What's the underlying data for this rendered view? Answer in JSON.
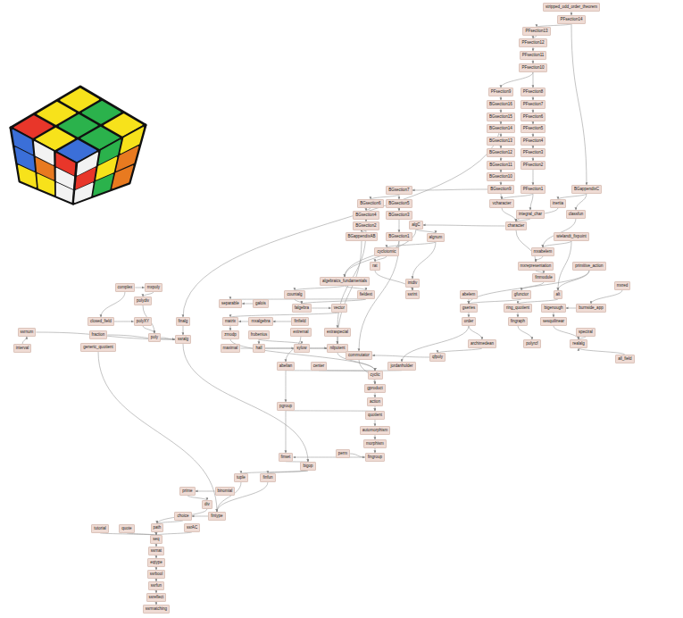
{
  "diagram": {
    "nodes": [
      {
        "text": [
          "stripped_odd_order_theorem"
        ]
      },
      {
        "text": [
          "PFsection14"
        ]
      },
      {
        "text": [
          "PFsection13"
        ]
      },
      {
        "text": [
          "PFsection12"
        ]
      },
      {
        "text": [
          "PFsection11"
        ]
      },
      {
        "text": [
          "PFsection10"
        ]
      },
      {
        "text": [
          "PFsection9"
        ]
      },
      {
        "text": [
          "PFsection8"
        ]
      },
      {
        "text": [
          "BGsection16"
        ]
      },
      {
        "text": [
          "PFsection7"
        ]
      },
      {
        "text": [
          "BGsection15"
        ]
      },
      {
        "text": [
          "PFsection6"
        ]
      },
      {
        "text": [
          "BGsection14"
        ]
      },
      {
        "text": [
          "PFsection5"
        ]
      },
      {
        "text": [
          "BGsection13"
        ]
      },
      {
        "text": [
          "PFsection4"
        ]
      },
      {
        "text": [
          "BGsection12"
        ]
      },
      {
        "text": [
          "PFsection3"
        ]
      },
      {
        "text": [
          "BGsection11"
        ]
      },
      {
        "text": [
          "PFsection2"
        ]
      },
      {
        "text": [
          "BGsection10"
        ]
      },
      {
        "text": [
          "BGsection9"
        ]
      },
      {
        "text": [
          "PFsection1"
        ]
      },
      {
        "text": [
          "BGappendixC"
        ]
      },
      {
        "text": [
          "BGsection7"
        ]
      },
      {
        "text": [
          "BGsection6"
        ]
      },
      {
        "text": [
          "BGsection5"
        ]
      },
      {
        "text": [
          "BGsection4"
        ]
      },
      {
        "text": [
          "BGsection3"
        ]
      },
      {
        "text": [
          "BGsection2"
        ]
      },
      {
        "text": [
          "BGappendixAB"
        ]
      },
      {
        "text": [
          "BGsection1"
        ]
      },
      {
        "text": [
          "vcharacter"
        ]
      },
      {
        "text": [
          "integral_char"
        ]
      },
      {
        "text": [
          "inertia"
        ]
      },
      {
        "text": [
          "classfun"
        ]
      },
      {
        "text": [
          "character"
        ]
      },
      {
        "text": [
          "wielandt_fixpoint"
        ]
      },
      {
        "text": [
          "mxabelem"
        ]
      },
      {
        "text": [
          "algC"
        ]
      },
      {
        "text": [
          "algnum"
        ]
      },
      {
        "text": [
          "cyclotomic"
        ]
      },
      {
        "text": [
          "rat"
        ]
      },
      {
        "text": [
          "algebraics_fundamentals"
        ]
      },
      {
        "text": [
          "intdiv"
        ]
      },
      {
        "text": [
          "ssrint"
        ]
      },
      {
        "text": [
          "countalg"
        ]
      },
      {
        "text": [
          "fieldext"
        ]
      },
      {
        "text": [
          "complex"
        ]
      },
      {
        "text": [
          "mxpoly"
        ]
      },
      {
        "text": [
          "polydiv"
        ]
      },
      {
        "text": [
          "separable"
        ]
      },
      {
        "text": [
          "galois"
        ]
      },
      {
        "text": [
          "falgebra"
        ]
      },
      {
        "text": [
          "vector"
        ]
      },
      {
        "text": [
          "closed_field"
        ]
      },
      {
        "text": [
          "polyXY"
        ]
      },
      {
        "text": [
          "finalg"
        ]
      },
      {
        "text": [
          "matrix"
        ]
      },
      {
        "text": [
          "mxalgebra"
        ]
      },
      {
        "text": [
          "finfield"
        ]
      },
      {
        "text": [
          "ssrnum"
        ]
      },
      {
        "text": [
          "interval"
        ]
      },
      {
        "text": [
          "fraction"
        ]
      },
      {
        "text": [
          "generic_quotient"
        ]
      },
      {
        "text": [
          "poly"
        ]
      },
      {
        "text": [
          "ssralg"
        ]
      },
      {
        "text": [
          "zmodp"
        ]
      },
      {
        "text": [
          "frobenius"
        ]
      },
      {
        "text": [
          "extremal"
        ]
      },
      {
        "text": [
          "extraspecial"
        ]
      },
      {
        "text": [
          "maximal"
        ]
      },
      {
        "text": [
          "hall"
        ]
      },
      {
        "text": [
          "sylow"
        ]
      },
      {
        "text": [
          "nilpotent"
        ]
      },
      {
        "text": [
          "abelian"
        ]
      },
      {
        "text": [
          "center"
        ]
      },
      {
        "text": [
          "jordanholder"
        ]
      },
      {
        "text": [
          "commutator"
        ]
      },
      {
        "text": [
          "cyclic"
        ]
      },
      {
        "text": [
          "gproduct"
        ]
      },
      {
        "text": [
          "pgroup"
        ]
      },
      {
        "text": [
          "action"
        ]
      },
      {
        "text": [
          "quotient"
        ]
      },
      {
        "text": [
          "automorphism"
        ]
      },
      {
        "text": [
          "morphism"
        ]
      },
      {
        "text": [
          "perm"
        ]
      },
      {
        "text": [
          "fingroup"
        ]
      },
      {
        "text": [
          "finset"
        ]
      },
      {
        "text": [
          "bigop"
        ]
      },
      {
        "text": [
          "finfun"
        ]
      },
      {
        "text": [
          "tuple"
        ]
      },
      {
        "text": [
          "binomial"
        ]
      },
      {
        "text": [
          "prime"
        ]
      },
      {
        "text": [
          "div"
        ]
      },
      {
        "text": [
          "fintype"
        ]
      },
      {
        "text": [
          "choice"
        ]
      },
      {
        "text": [
          "path"
        ]
      },
      {
        "text": [
          "tutorial"
        ]
      },
      {
        "text": [
          "quote"
        ]
      },
      {
        "text": [
          "ssrAC"
        ]
      },
      {
        "text": [
          "seq"
        ]
      },
      {
        "text": [
          "ssrnat"
        ]
      },
      {
        "text": [
          "eqtype"
        ]
      },
      {
        "text": [
          "ssrbool"
        ]
      },
      {
        "text": [
          "ssrfun"
        ]
      },
      {
        "text": [
          "ssreflect"
        ]
      },
      {
        "text": [
          "ssrmatching"
        ]
      },
      {
        "text": [
          "mxrepresentation"
        ]
      },
      {
        "text": [
          "primitive_action"
        ]
      },
      {
        "text": [
          "finmodule"
        ]
      },
      {
        "text": [
          "abelem"
        ]
      },
      {
        "text": [
          "gfunctor"
        ]
      },
      {
        "text": [
          "alt"
        ]
      },
      {
        "text": [
          "burnside_app"
        ]
      },
      {
        "text": [
          "gseries"
        ]
      },
      {
        "text": [
          "ring_quotient"
        ]
      },
      {
        "text": [
          "bigenough"
        ]
      },
      {
        "text": [
          "order"
        ]
      },
      {
        "text": [
          "fingraph"
        ]
      },
      {
        "text": [
          "sesquilinear"
        ]
      },
      {
        "text": [
          "spectral"
        ]
      },
      {
        "text": [
          "archimedean"
        ]
      },
      {
        "text": [
          "polyrcf"
        ]
      },
      {
        "text": [
          "realalg"
        ]
      },
      {
        "text": [
          "qfpoly"
        ]
      },
      {
        "text": [
          "all_field"
        ]
      },
      {
        "text": [
          "mxred"
        ]
      }
    ],
    "edges": [
      {
        "from": 0,
        "to": 1,
        "arrow": "to"
      },
      {
        "from": 1,
        "to": 2,
        "arrow": "to"
      },
      {
        "from": 1,
        "to": 23,
        "arrow": "to"
      },
      {
        "from": 2,
        "to": 3,
        "arrow": "to"
      },
      {
        "from": 3,
        "to": 4,
        "arrow": "to"
      },
      {
        "from": 4,
        "to": 5,
        "arrow": "to"
      },
      {
        "from": 5,
        "to": 6,
        "arrow": "to"
      },
      {
        "from": 5,
        "to": 7,
        "arrow": "to"
      },
      {
        "from": 6,
        "to": 8,
        "arrow": "to"
      },
      {
        "from": 7,
        "to": 9,
        "arrow": "to"
      },
      {
        "from": 8,
        "to": 10,
        "arrow": "to"
      },
      {
        "from": 9,
        "to": 11,
        "arrow": "to"
      },
      {
        "from": 10,
        "to": 12,
        "arrow": "to"
      },
      {
        "from": 11,
        "to": 13,
        "arrow": "to"
      },
      {
        "from": 12,
        "to": 14,
        "arrow": "to"
      },
      {
        "from": 13,
        "to": 15,
        "arrow": "to"
      },
      {
        "from": 14,
        "to": 16,
        "arrow": "to"
      },
      {
        "from": 15,
        "to": 17,
        "arrow": "to"
      },
      {
        "from": 16,
        "to": 18,
        "arrow": "to"
      },
      {
        "from": 17,
        "to": 19,
        "arrow": "to"
      },
      {
        "from": 18,
        "to": 20,
        "arrow": "to"
      },
      {
        "from": 20,
        "to": 21,
        "arrow": "to"
      },
      {
        "from": 19,
        "to": 22,
        "arrow": "to"
      },
      {
        "from": 21,
        "to": 24,
        "arrow": "to"
      },
      {
        "from": 21,
        "to": 32,
        "arrow": "to"
      },
      {
        "from": 22,
        "to": 32,
        "arrow": "to"
      },
      {
        "from": 22,
        "to": 33,
        "arrow": "to"
      },
      {
        "from": 23,
        "to": 34,
        "arrow": "to"
      },
      {
        "from": 23,
        "to": 35,
        "arrow": "to"
      },
      {
        "from": 24,
        "to": 25,
        "arrow": "to"
      },
      {
        "from": 24,
        "to": 26,
        "arrow": "to"
      },
      {
        "from": 25,
        "to": 27,
        "arrow": "to"
      },
      {
        "from": 26,
        "to": 28,
        "arrow": "to"
      },
      {
        "from": 27,
        "to": 29,
        "arrow": "to"
      },
      {
        "from": 28,
        "to": 31,
        "arrow": "to"
      },
      {
        "from": 29,
        "to": 30,
        "arrow": "to"
      },
      {
        "from": 31,
        "to": 43,
        "arrow": "to"
      },
      {
        "from": 30,
        "to": 74,
        "arrow": "to"
      },
      {
        "from": 29,
        "to": 70,
        "arrow": "to"
      },
      {
        "from": 31,
        "to": 78,
        "arrow": "to"
      },
      {
        "from": 10,
        "to": 57,
        "arrow": "to"
      },
      {
        "from": 32,
        "to": 36,
        "arrow": "to"
      },
      {
        "from": 33,
        "to": 36,
        "arrow": "to"
      },
      {
        "from": 34,
        "to": 36,
        "arrow": "to"
      },
      {
        "from": 35,
        "to": 38,
        "arrow": "to"
      },
      {
        "from": 36,
        "to": 39,
        "arrow": "to"
      },
      {
        "from": 36,
        "to": 108,
        "arrow": "to"
      },
      {
        "from": 37,
        "to": 38,
        "arrow": "to"
      },
      {
        "from": 39,
        "to": 40,
        "arrow": "to"
      },
      {
        "from": 40,
        "to": 41,
        "arrow": "to"
      },
      {
        "from": 41,
        "to": 42,
        "arrow": "to"
      },
      {
        "from": 39,
        "to": 43,
        "arrow": "to"
      },
      {
        "from": 40,
        "to": 44,
        "arrow": "to"
      },
      {
        "from": 44,
        "to": 45,
        "arrow": "to"
      },
      {
        "from": 42,
        "to": 45,
        "arrow": "to"
      },
      {
        "from": 43,
        "to": 47,
        "arrow": "to"
      },
      {
        "from": 43,
        "to": 46,
        "arrow": "to"
      },
      {
        "from": 47,
        "to": 51,
        "arrow": "to"
      },
      {
        "from": 52,
        "to": 51,
        "arrow": "to"
      },
      {
        "from": 47,
        "to": 53,
        "arrow": "to"
      },
      {
        "from": 53,
        "to": 54,
        "arrow": "to"
      },
      {
        "from": 54,
        "to": 58,
        "arrow": "to"
      },
      {
        "from": 48,
        "to": 49,
        "arrow": "to"
      },
      {
        "from": 48,
        "to": 55,
        "arrow": "to"
      },
      {
        "from": 49,
        "to": 50,
        "arrow": "to"
      },
      {
        "from": 50,
        "to": 65,
        "arrow": "to"
      },
      {
        "from": 55,
        "to": 56,
        "arrow": "to"
      },
      {
        "from": 56,
        "to": 65,
        "arrow": "to"
      },
      {
        "from": 63,
        "to": 66,
        "arrow": "to"
      },
      {
        "from": 61,
        "to": 66,
        "arrow": "to"
      },
      {
        "from": 62,
        "to": 61,
        "arrow": "to"
      },
      {
        "from": 64,
        "to": 95,
        "arrow": "to"
      },
      {
        "from": 65,
        "to": 66,
        "arrow": "to"
      },
      {
        "from": 66,
        "to": 89,
        "arrow": "to"
      },
      {
        "from": 57,
        "to": 66,
        "arrow": "to"
      },
      {
        "from": 58,
        "to": 67,
        "arrow": "to"
      },
      {
        "from": 59,
        "to": 58,
        "arrow": "to"
      },
      {
        "from": 60,
        "to": 59,
        "arrow": "to"
      },
      {
        "from": 46,
        "to": 53,
        "arrow": "to"
      },
      {
        "from": 67,
        "to": 79,
        "arrow": "to"
      },
      {
        "from": 68,
        "to": 72,
        "arrow": "to"
      },
      {
        "from": 68,
        "to": 73,
        "arrow": "to"
      },
      {
        "from": 72,
        "to": 73,
        "arrow": "to"
      },
      {
        "from": 73,
        "to": 74,
        "arrow": "to"
      },
      {
        "from": 69,
        "to": 75,
        "arrow": "to"
      },
      {
        "from": 70,
        "to": 74,
        "arrow": "to"
      },
      {
        "from": 71,
        "to": 74,
        "arrow": "to"
      },
      {
        "from": 74,
        "to": 79,
        "arrow": "to"
      },
      {
        "from": 75,
        "to": 79,
        "arrow": "to"
      },
      {
        "from": 76,
        "to": 79,
        "arrow": "to"
      },
      {
        "from": 78,
        "to": 80,
        "arrow": "to"
      },
      {
        "from": 77,
        "to": 79,
        "arrow": "to"
      },
      {
        "from": 79,
        "to": 80,
        "arrow": "to"
      },
      {
        "from": 80,
        "to": 82,
        "arrow": "to"
      },
      {
        "from": 82,
        "to": 83,
        "arrow": "to"
      },
      {
        "from": 83,
        "to": 84,
        "arrow": "to"
      },
      {
        "from": 84,
        "to": 85,
        "arrow": "to"
      },
      {
        "from": 85,
        "to": 87,
        "arrow": "to"
      },
      {
        "from": 86,
        "to": 87,
        "arrow": "to"
      },
      {
        "from": 87,
        "to": 88,
        "arrow": "to"
      },
      {
        "from": 88,
        "to": 89,
        "arrow": "to"
      },
      {
        "from": 89,
        "to": 90,
        "arrow": "to"
      },
      {
        "from": 89,
        "to": 91,
        "arrow": "to"
      },
      {
        "from": 90,
        "to": 95,
        "arrow": "to"
      },
      {
        "from": 91,
        "to": 95,
        "arrow": "to"
      },
      {
        "from": 92,
        "to": 93,
        "arrow": "to"
      },
      {
        "from": 93,
        "to": 94,
        "arrow": "to"
      },
      {
        "from": 94,
        "to": 97,
        "arrow": "to"
      },
      {
        "from": 95,
        "to": 96,
        "arrow": "to"
      },
      {
        "from": 96,
        "to": 97,
        "arrow": "to"
      },
      {
        "from": 97,
        "to": 101,
        "arrow": "to"
      },
      {
        "from": 100,
        "to": 101,
        "arrow": "to"
      },
      {
        "from": 98,
        "to": 101,
        "arrow": "to"
      },
      {
        "from": 99,
        "to": 101,
        "arrow": "to"
      },
      {
        "from": 101,
        "to": 102,
        "arrow": "to"
      },
      {
        "from": 102,
        "to": 103,
        "arrow": "to"
      },
      {
        "from": 103,
        "to": 104,
        "arrow": "to"
      },
      {
        "from": 104,
        "to": 105,
        "arrow": "to"
      },
      {
        "from": 105,
        "to": 106,
        "arrow": "to"
      },
      {
        "from": 106,
        "to": 107,
        "arrow": "to"
      },
      {
        "from": 75,
        "to": 81,
        "arrow": "to"
      },
      {
        "from": 81,
        "to": 83,
        "arrow": "to"
      },
      {
        "from": 81,
        "to": 88,
        "arrow": "to"
      },
      {
        "from": 38,
        "to": 108,
        "arrow": "to"
      },
      {
        "from": 108,
        "to": 110,
        "arrow": "to"
      },
      {
        "from": 37,
        "to": 113,
        "arrow": "to"
      },
      {
        "from": 109,
        "to": 113,
        "arrow": "to"
      },
      {
        "from": 109,
        "to": 115,
        "arrow": "to"
      },
      {
        "from": 110,
        "to": 112,
        "arrow": "to"
      },
      {
        "from": 111,
        "to": 115,
        "arrow": "to"
      },
      {
        "from": 112,
        "to": 115,
        "arrow": "to"
      },
      {
        "from": 113,
        "to": 116,
        "arrow": "to"
      },
      {
        "from": 114,
        "to": 117,
        "arrow": "to"
      },
      {
        "from": 116,
        "to": 119,
        "arrow": "to"
      },
      {
        "from": 117,
        "to": 120,
        "arrow": "to"
      },
      {
        "from": 115,
        "to": 118,
        "arrow": "to"
      },
      {
        "from": 118,
        "to": 122,
        "arrow": "to"
      },
      {
        "from": 119,
        "to": 123,
        "arrow": "to"
      },
      {
        "from": 120,
        "to": 124,
        "arrow": "to"
      },
      {
        "from": 121,
        "to": 124,
        "arrow": "to"
      },
      {
        "from": 122,
        "to": 125,
        "arrow": "to"
      },
      {
        "from": 125,
        "to": 78,
        "arrow": "to"
      },
      {
        "from": 127,
        "to": 114,
        "arrow": "to"
      },
      {
        "from": 118,
        "to": 77,
        "arrow": "to"
      },
      {
        "from": 126,
        "to": 124,
        "arrow": "to"
      }
    ]
  }
}
